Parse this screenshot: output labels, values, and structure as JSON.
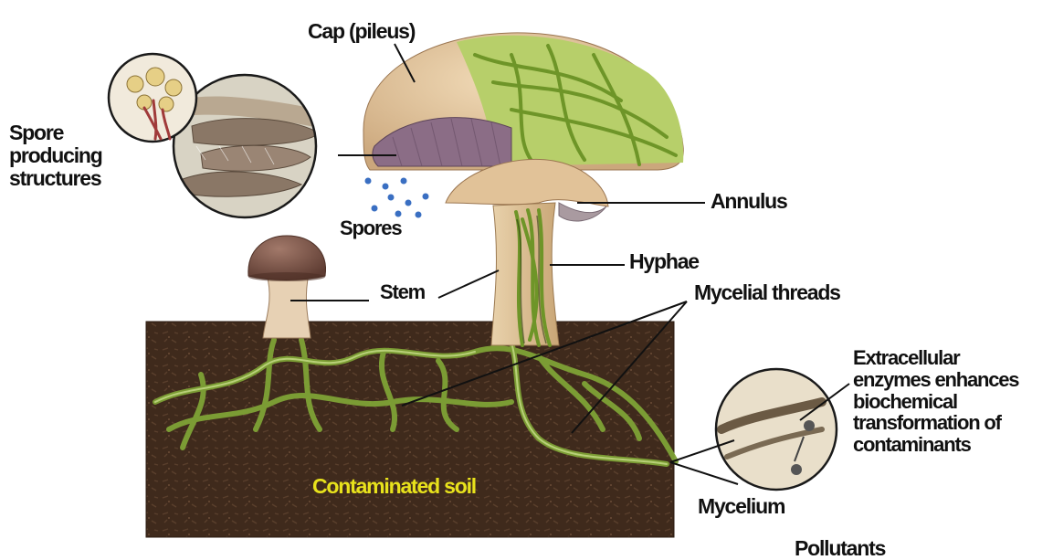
{
  "labels": {
    "cap": "Cap (pileus)",
    "spore_structures": [
      "Spore",
      "producing",
      "structures"
    ],
    "spores": "Spores",
    "annulus": "Annulus",
    "hyphae": "Hyphae",
    "stem": "Stem",
    "mycelial_threads": "Mycelial threads",
    "enzymes": [
      "Extracellular",
      "enzymes enhances",
      "biochemical",
      "transformation of",
      "contaminants"
    ],
    "soil": "Contaminated soil",
    "mycelium": "Mycelium",
    "pollutants": "Pollutants"
  },
  "colors": {
    "soil": "#3f2a1c",
    "cap": "#e4c7a0",
    "gills": "#8b6d86",
    "hyphae": "#8fb53a",
    "mycelium": "#6f8f2e",
    "small_cap": "#7a5548",
    "soil_label": "#e8e21c",
    "spore_dots": "#3a6fc2",
    "leader_lines": "#111111"
  }
}
